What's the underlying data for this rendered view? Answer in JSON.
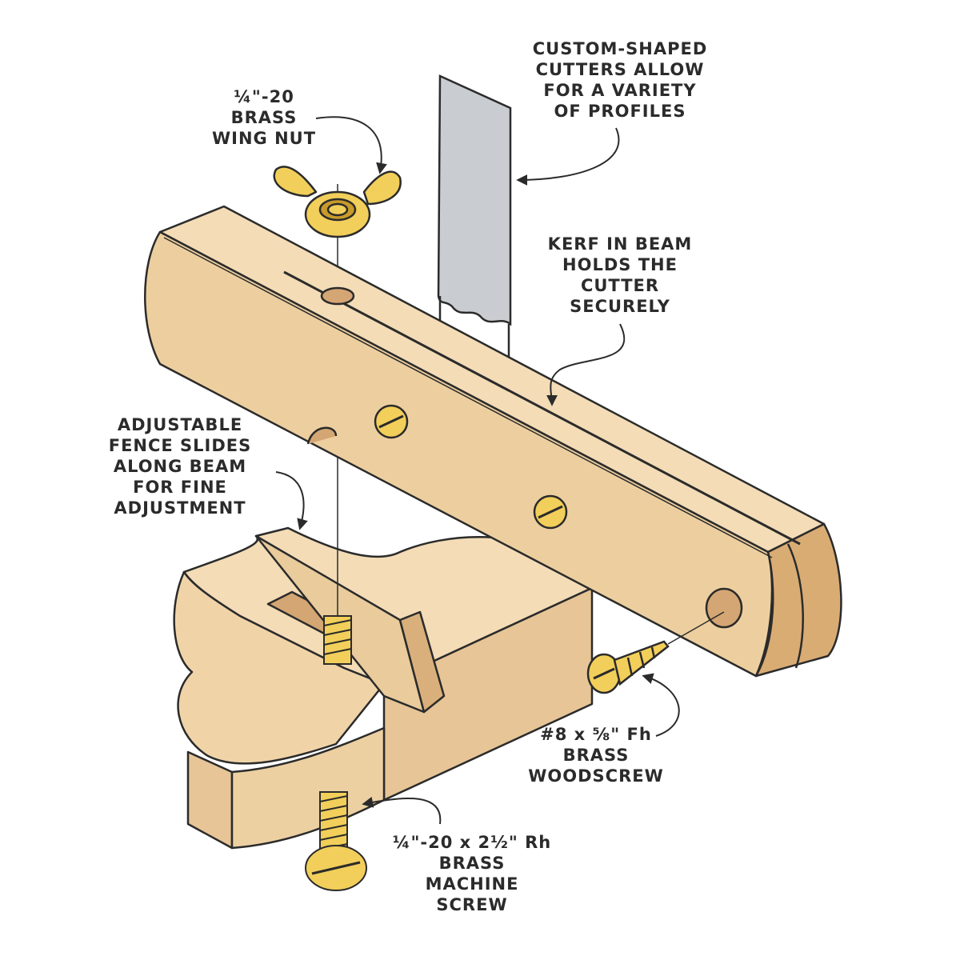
{
  "colors": {
    "wood_light": "#f3dcb6",
    "wood_mid": "#e7c596",
    "wood_dark": "#d4a673",
    "brass": "#f2cf5a",
    "brass_dark": "#c89a2a",
    "steel": "#c9ccd0",
    "line": "#2b2b2b"
  },
  "labels": {
    "cutters": [
      "CUSTOM-SHAPED",
      "CUTTERS ALLOW",
      "FOR A VARIETY",
      "OF PROFILES"
    ],
    "wing_nut": [
      "¼\"-20",
      "BRASS",
      "WING NUT"
    ],
    "kerf": [
      "KERF IN BEAM",
      "HOLDS THE",
      "CUTTER",
      "SECURELY"
    ],
    "fence": [
      "ADJUSTABLE",
      "FENCE SLIDES",
      "ALONG BEAM",
      "FOR FINE",
      "ADJUSTMENT"
    ],
    "woodscrew": [
      "#8 x ⅝\" Fh",
      "BRASS",
      "WOODSCREW"
    ],
    "machine_screw": [
      "¼\"-20 x 2½\" Rh",
      "BRASS",
      "MACHINE",
      "SCREW"
    ]
  },
  "icons": {
    "wing_nut": "wing-nut-icon",
    "cutter": "cutter-blade-icon",
    "beam": "beam-icon",
    "fence": "fence-block-icon",
    "woodscrew": "woodscrew-icon",
    "machine_screw": "machine-screw-icon"
  }
}
